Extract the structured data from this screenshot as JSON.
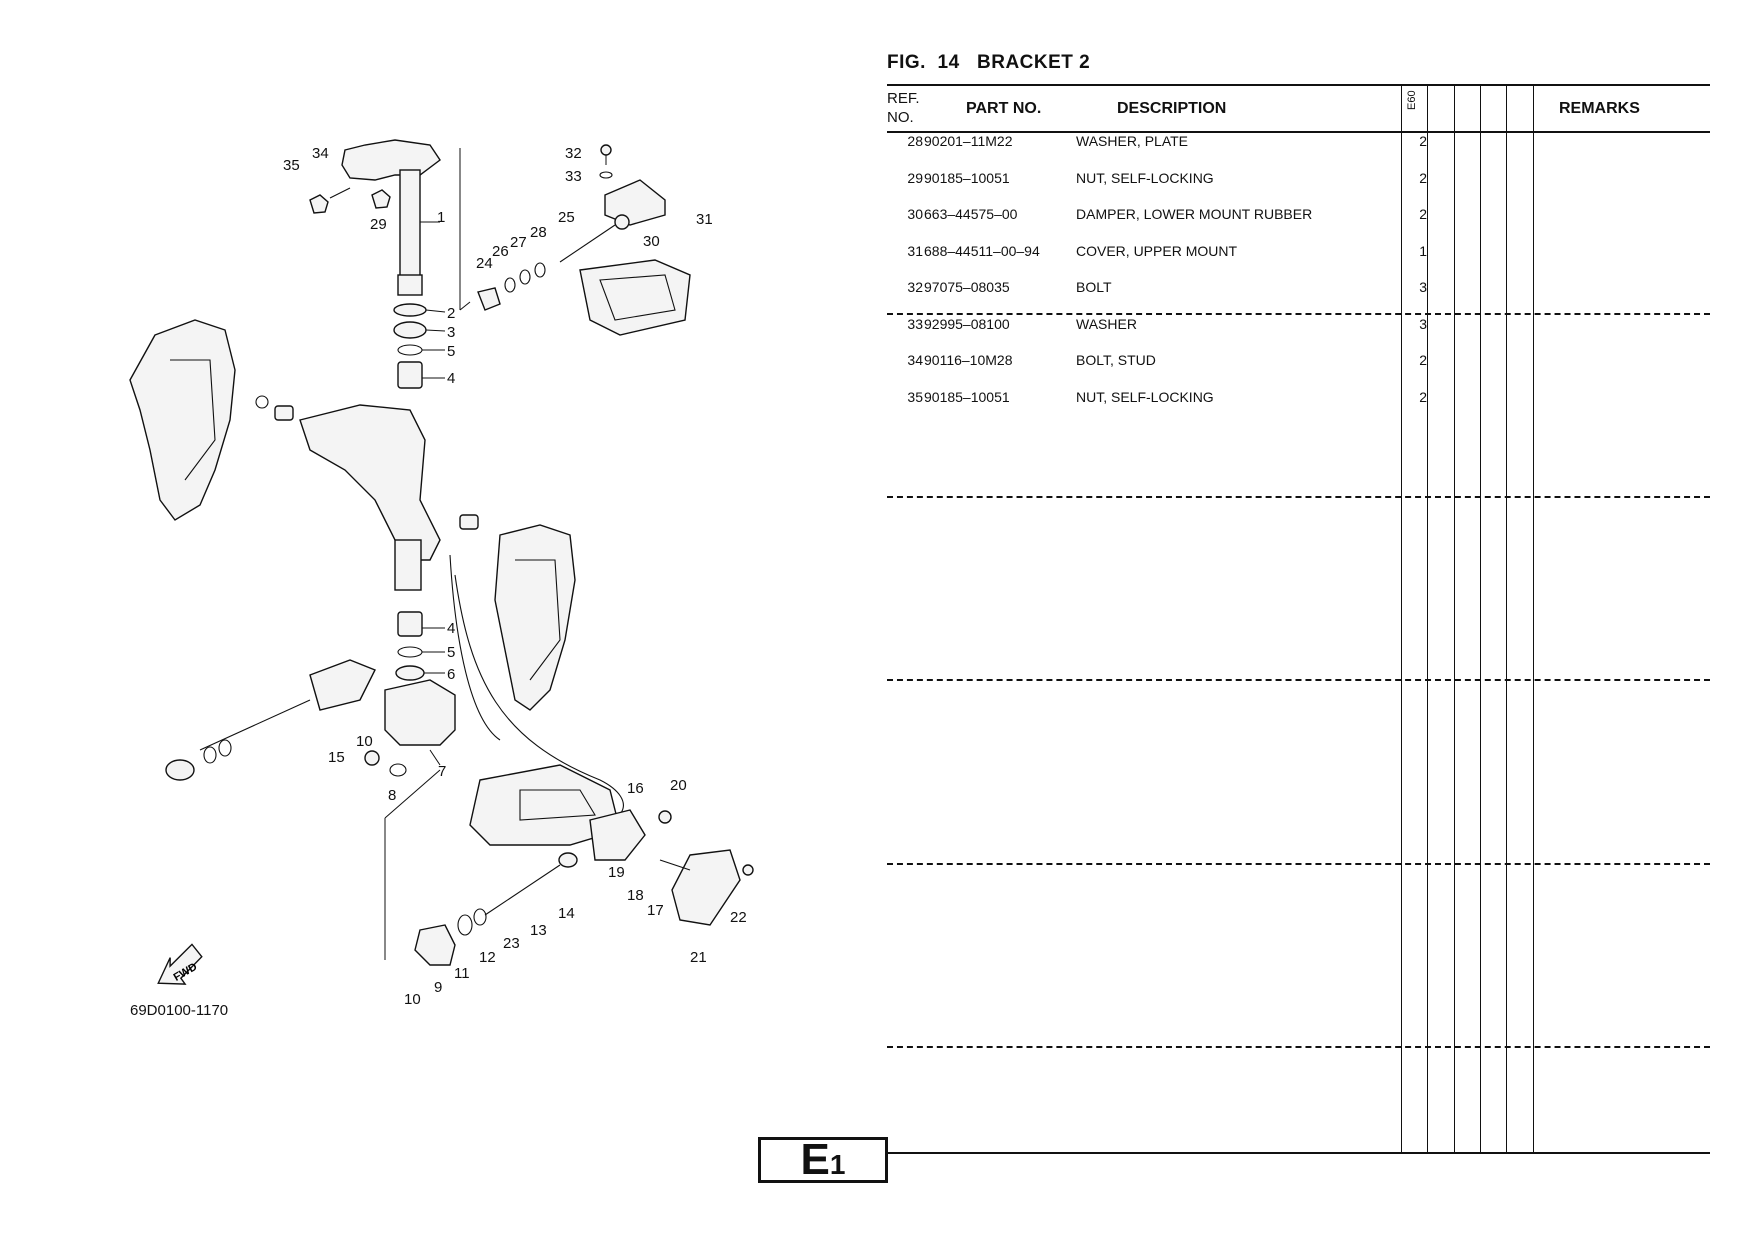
{
  "figure": {
    "fig_label": "FIG.",
    "fig_number": "14",
    "fig_name": "BRACKET 2",
    "diagram_code": "69D0100-1170",
    "fwd_label": "FWD",
    "callouts": [
      "1",
      "2",
      "3",
      "4",
      "5",
      "6",
      "7",
      "8",
      "9",
      "10",
      "11",
      "12",
      "13",
      "14",
      "15",
      "16",
      "17",
      "18",
      "19",
      "20",
      "21",
      "22",
      "23",
      "24",
      "25",
      "26",
      "27",
      "28",
      "29",
      "30",
      "31",
      "32",
      "33",
      "34",
      "35"
    ]
  },
  "table": {
    "headers": {
      "ref_line1": "REF.",
      "ref_line2": "NO.",
      "part_no": "PART NO.",
      "description": "DESCRIPTION",
      "model": "E60",
      "remarks": "REMARKS"
    },
    "rows": [
      {
        "ref": "28",
        "part": "90201–11M22",
        "desc": "WASHER, PLATE",
        "qty": "2"
      },
      {
        "ref": "29",
        "part": "90185–10051",
        "desc": "NUT, SELF-LOCKING",
        "qty": "2"
      },
      {
        "ref": "30",
        "part": "663–44575–00",
        "desc": "DAMPER, LOWER MOUNT RUBBER",
        "qty": "2"
      },
      {
        "ref": "31",
        "part": "688–44511–00–94",
        "desc": "COVER, UPPER MOUNT",
        "qty": "1"
      },
      {
        "ref": "32",
        "part": "97075–08035",
        "desc": "BOLT",
        "qty": "3"
      },
      {
        "ref": "33",
        "part": "92995–08100",
        "desc": "WASHER",
        "qty": "3"
      },
      {
        "ref": "34",
        "part": "90116–10M28",
        "desc": "BOLT, STUD",
        "qty": "2"
      },
      {
        "ref": "35",
        "part": "90185–10051",
        "desc": "NUT, SELF-LOCKING",
        "qty": "2"
      }
    ]
  },
  "footer": {
    "page_letter": "E",
    "page_number": "1"
  }
}
